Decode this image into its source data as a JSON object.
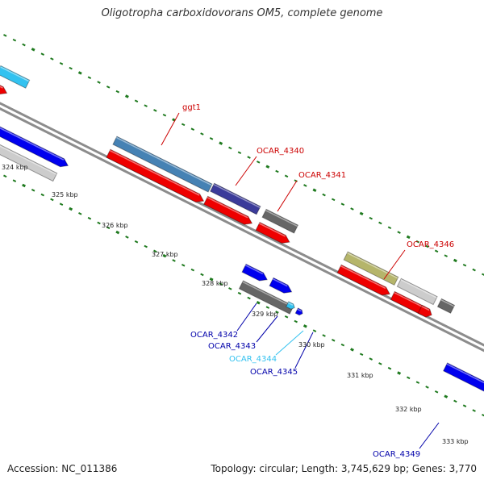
{
  "title": "Oligotropha carboxidovorans OM5, complete genome",
  "footer": {
    "accession": "Accession: NC_011386",
    "summary": "Topology: circular; Length: 3,745,629 bp; Genes: 3,770"
  },
  "colors": {
    "backbone": "#8c8c8c",
    "tick": "#1f7a1f",
    "red": "#ee0000",
    "blue": "#0000ee",
    "light_blue": "#33c2f0",
    "steel_blue": "#4682b4",
    "gray": "#666666",
    "light_gray": "#cccccc",
    "olive": "#b5b56b",
    "dark_blue_purple": "#3b3b9a",
    "label_red": "#cc0000",
    "label_blue": "#0000aa",
    "label_cyan": "#33c2f0"
  },
  "kbp_labels": [
    "324 kbp",
    "325 kbp",
    "326 kbp",
    "327 kbp",
    "328 kbp",
    "329 kbp",
    "330 kbp",
    "331 kbp",
    "332 kbp",
    "333 kbp"
  ],
  "gene_labels": [
    {
      "name": "ggt1",
      "color": "label_red"
    },
    {
      "name": "OCAR_4340",
      "color": "label_red"
    },
    {
      "name": "OCAR_4341",
      "color": "label_red"
    },
    {
      "name": "OCAR_4346",
      "color": "label_red"
    },
    {
      "name": "OCAR_4342",
      "color": "label_blue"
    },
    {
      "name": "OCAR_4343",
      "color": "label_blue"
    },
    {
      "name": "OCAR_4344",
      "color": "label_cyan"
    },
    {
      "name": "OCAR_4345",
      "color": "label_blue"
    },
    {
      "name": "OCAR_4349",
      "color": "label_blue"
    }
  ]
}
